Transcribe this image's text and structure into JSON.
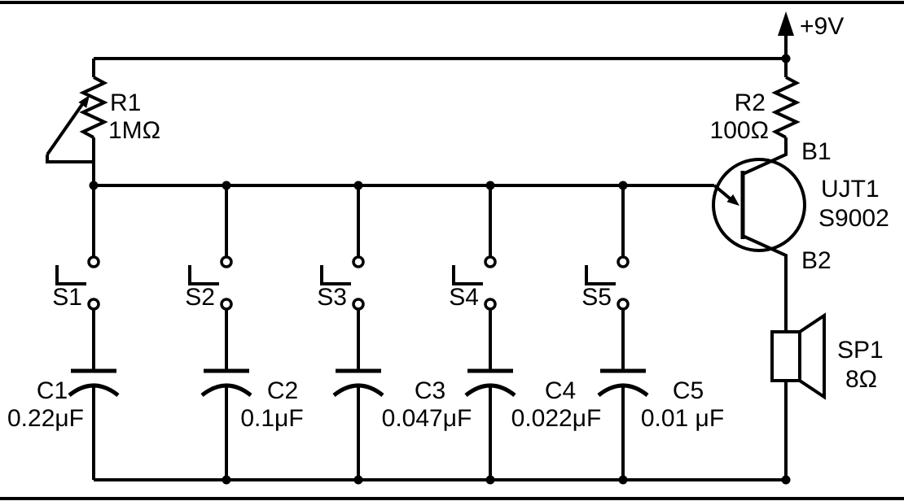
{
  "schematic": {
    "description": "UJT tone generator schematic",
    "colors": {
      "ink": "#000000",
      "background": "#ffffff"
    },
    "power_label": "+9V",
    "r1": {
      "ref": "R1",
      "value": "1MΩ"
    },
    "r2": {
      "ref": "R2",
      "value": "100Ω"
    },
    "ujt": {
      "ref": "UJT1",
      "part": "S9002",
      "b1": "B1",
      "b2": "B2"
    },
    "speaker": {
      "ref": "SP1",
      "value": "8Ω"
    },
    "switches": [
      {
        "ref": "S1"
      },
      {
        "ref": "S2"
      },
      {
        "ref": "S3"
      },
      {
        "ref": "S4"
      },
      {
        "ref": "S5"
      }
    ],
    "capacitors": [
      {
        "ref": "C1",
        "value": "0.22μF"
      },
      {
        "ref": "C2",
        "value": "0.1μF"
      },
      {
        "ref": "C3",
        "value": "0.047μF"
      },
      {
        "ref": "C4",
        "value": "0.022μF"
      },
      {
        "ref": "C5",
        "value": "0.01 μF"
      }
    ]
  }
}
